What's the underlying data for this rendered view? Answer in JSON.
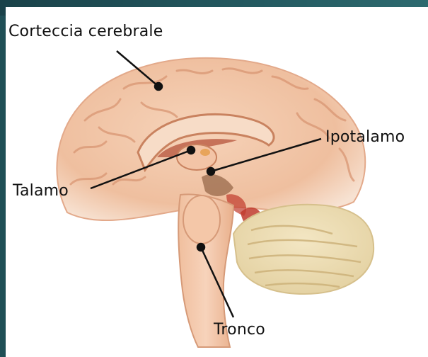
{
  "labels": {
    "cortex": "Corteccia cerebrale",
    "hypothalamus": "Ipotalamo",
    "thalamus": "Talamo",
    "brainstem": "Tronco"
  },
  "colors": {
    "frame": "#1f4f56",
    "panel": "#ffffff",
    "tissue": "#f2c3a4",
    "tissue_dark": "#d9946e",
    "cerebellum": "#efe0b8",
    "accent_red": "#c0392b",
    "leader_line": "#111111"
  }
}
